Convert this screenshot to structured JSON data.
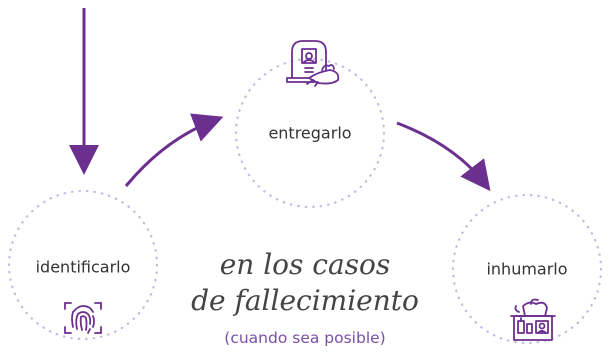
{
  "colors": {
    "accent": "#6b2f8f",
    "dotted": "#c7b8e0",
    "text": "#333333",
    "subtitle": "#7c4ea6"
  },
  "nodes": [
    {
      "label": "identificarlo",
      "icon": "fingerprint-scan-icon"
    },
    {
      "label": "entregarlo",
      "icon": "tombstone-with-flowers-icon"
    },
    {
      "label": "inhumarlo",
      "icon": "memorial-altar-icon"
    }
  ],
  "caption": {
    "line1": "en los casos",
    "line2": "de fallecimiento",
    "note": "(cuando sea posible)"
  }
}
